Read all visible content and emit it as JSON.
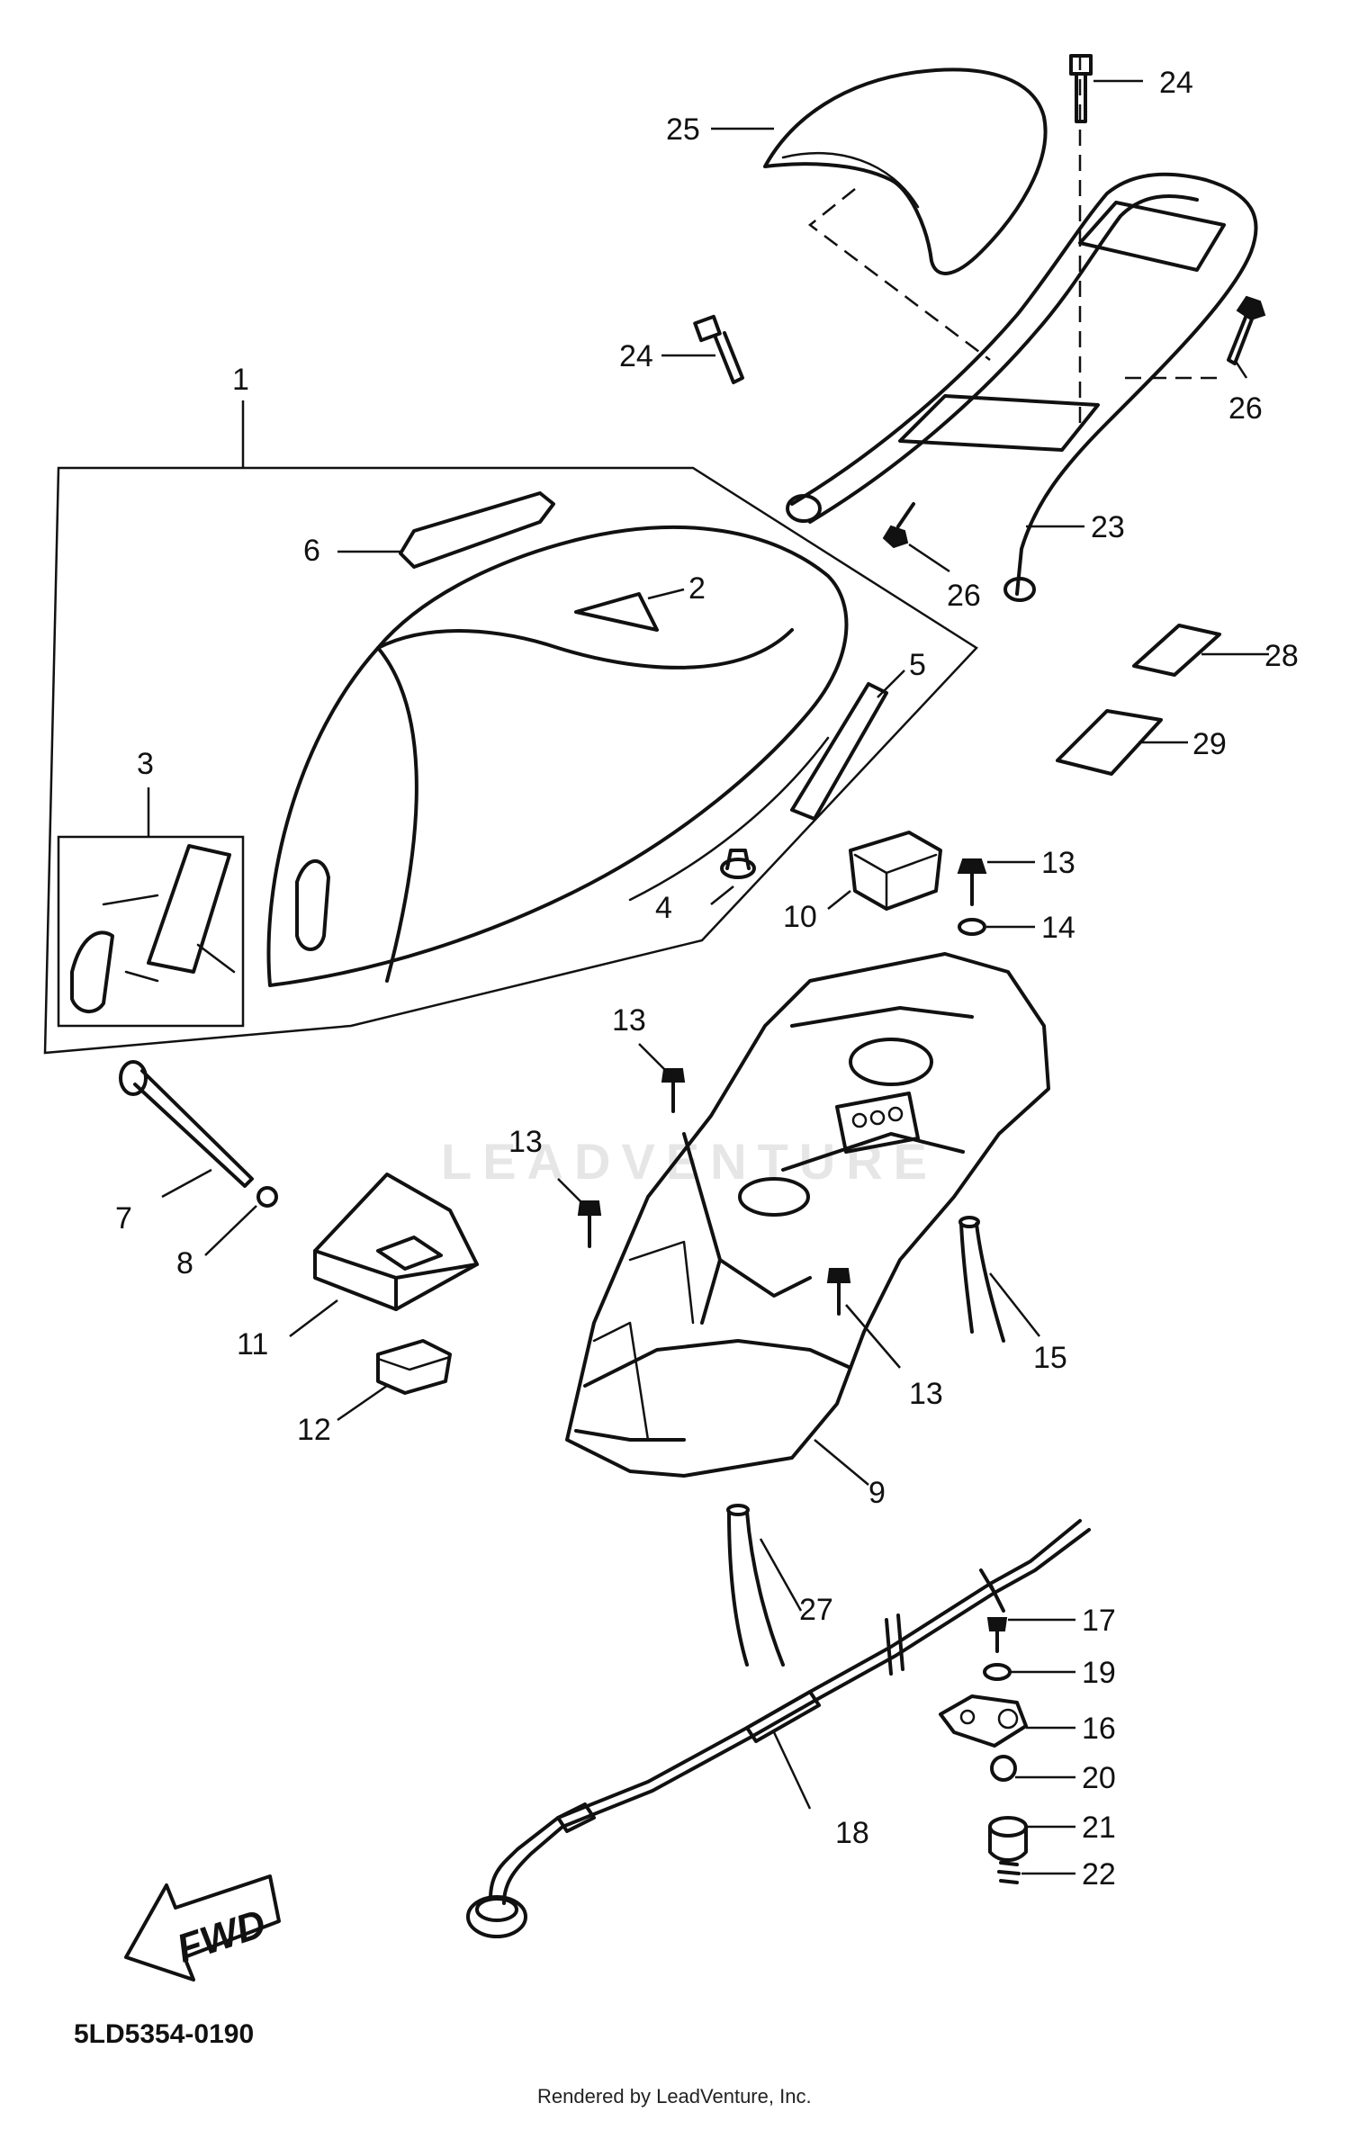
{
  "diagram": {
    "code": "5LD5354-0190",
    "credit": "Rendered by LeadVenture, Inc.",
    "watermark": "LEADVENTURE",
    "fwd_label": "FWD",
    "callouts": [
      {
        "id": "c1",
        "label": "1"
      },
      {
        "id": "c2",
        "label": "2"
      },
      {
        "id": "c3",
        "label": "3"
      },
      {
        "id": "c4",
        "label": "4"
      },
      {
        "id": "c5",
        "label": "5"
      },
      {
        "id": "c6",
        "label": "6"
      },
      {
        "id": "c7",
        "label": "7"
      },
      {
        "id": "c8",
        "label": "8"
      },
      {
        "id": "c9",
        "label": "9"
      },
      {
        "id": "c10",
        "label": "10"
      },
      {
        "id": "c11",
        "label": "11"
      },
      {
        "id": "c12",
        "label": "12"
      },
      {
        "id": "c13a",
        "label": "13"
      },
      {
        "id": "c13b",
        "label": "13"
      },
      {
        "id": "c13c",
        "label": "13"
      },
      {
        "id": "c13d",
        "label": "13"
      },
      {
        "id": "c14",
        "label": "14"
      },
      {
        "id": "c15",
        "label": "15"
      },
      {
        "id": "c16",
        "label": "16"
      },
      {
        "id": "c17",
        "label": "17"
      },
      {
        "id": "c18",
        "label": "18"
      },
      {
        "id": "c19",
        "label": "19"
      },
      {
        "id": "c20",
        "label": "20"
      },
      {
        "id": "c21",
        "label": "21"
      },
      {
        "id": "c22",
        "label": "22"
      },
      {
        "id": "c23",
        "label": "23"
      },
      {
        "id": "c24a",
        "label": "24"
      },
      {
        "id": "c24b",
        "label": "24"
      },
      {
        "id": "c25",
        "label": "25"
      },
      {
        "id": "c26a",
        "label": "26"
      },
      {
        "id": "c26b",
        "label": "26"
      },
      {
        "id": "c27",
        "label": "27"
      },
      {
        "id": "c28",
        "label": "28"
      },
      {
        "id": "c29",
        "label": "29"
      }
    ]
  }
}
